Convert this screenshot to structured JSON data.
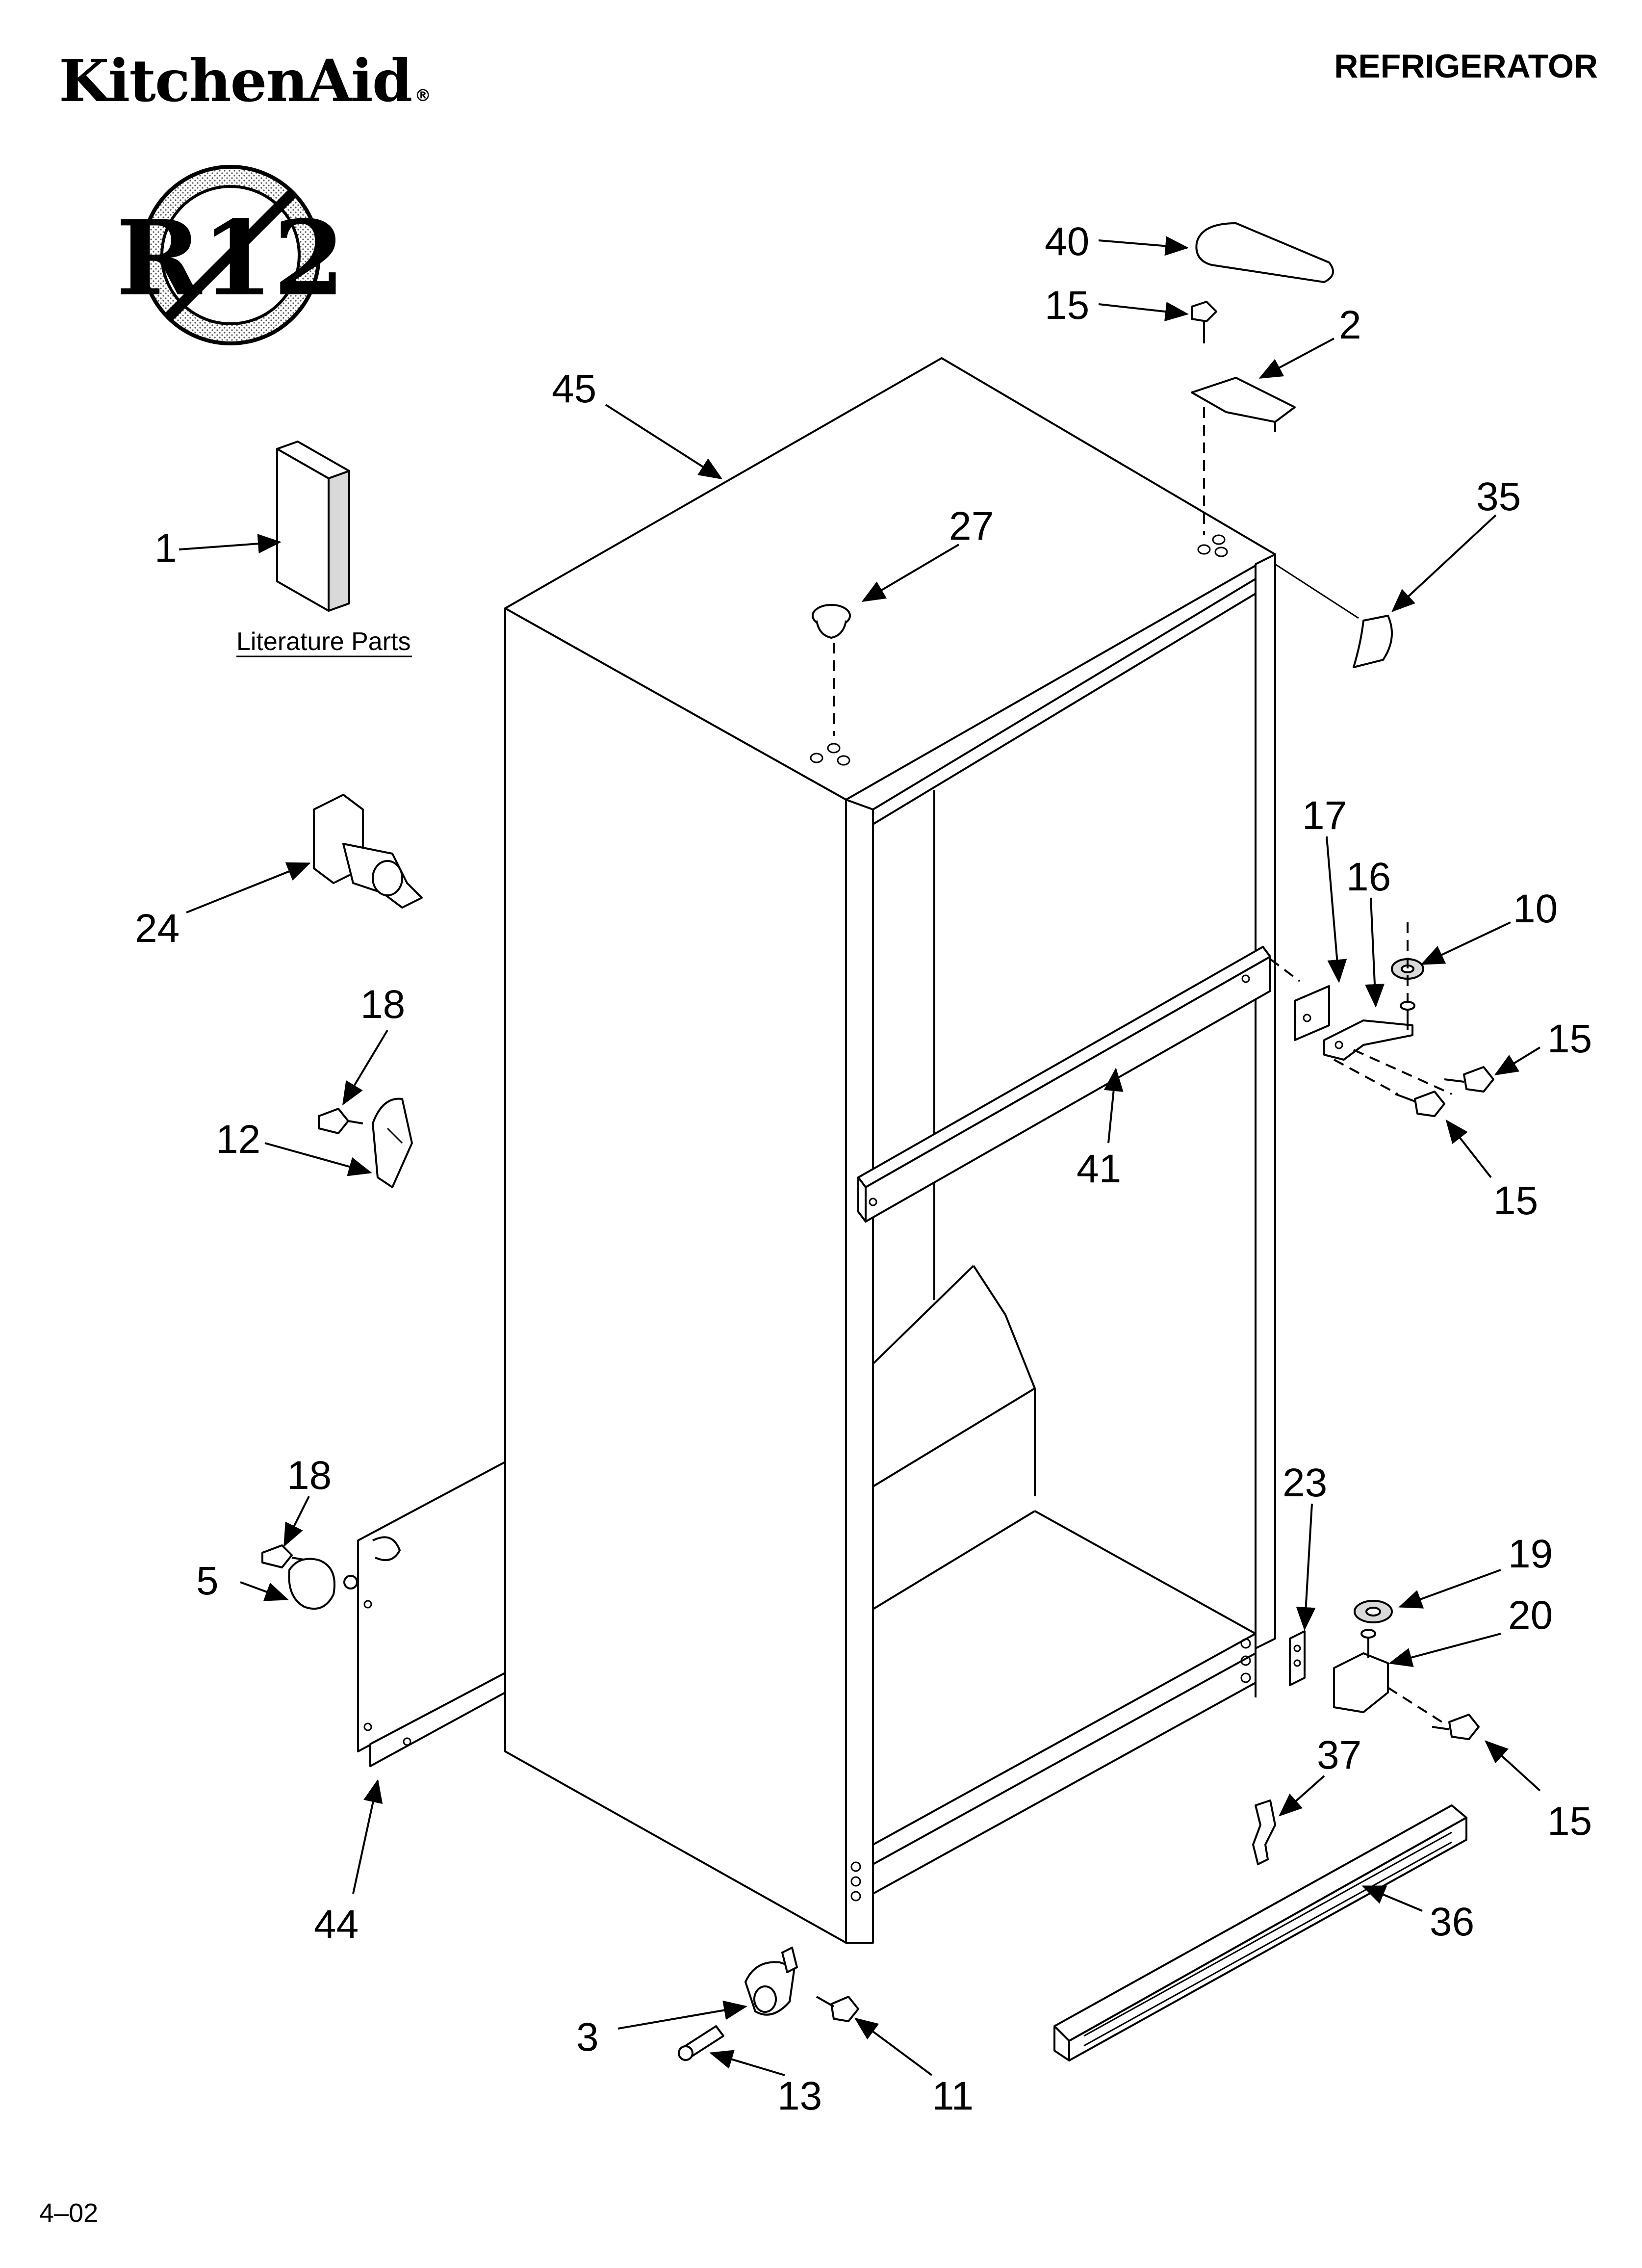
{
  "header": {
    "brand": "KitchenAid",
    "brand_mark": "®",
    "title": "REFRIGERATOR"
  },
  "badge": {
    "text": "R12"
  },
  "literature": {
    "label": "Literature Parts"
  },
  "footer": {
    "code": "4–02"
  },
  "callouts": [
    {
      "id": "c40",
      "label": "40"
    },
    {
      "id": "c15a",
      "label": "15"
    },
    {
      "id": "c2",
      "label": "2"
    },
    {
      "id": "c45",
      "label": "45"
    },
    {
      "id": "c35",
      "label": "35"
    },
    {
      "id": "c1",
      "label": "1"
    },
    {
      "id": "c27",
      "label": "27"
    },
    {
      "id": "c17",
      "label": "17"
    },
    {
      "id": "c16",
      "label": "16"
    },
    {
      "id": "c10",
      "label": "10"
    },
    {
      "id": "c15b",
      "label": "15"
    },
    {
      "id": "c24",
      "label": "24"
    },
    {
      "id": "c18a",
      "label": "18"
    },
    {
      "id": "c12",
      "label": "12"
    },
    {
      "id": "c41",
      "label": "41"
    },
    {
      "id": "c15c",
      "label": "15"
    },
    {
      "id": "c18b",
      "label": "18"
    },
    {
      "id": "c23",
      "label": "23"
    },
    {
      "id": "c19",
      "label": "19"
    },
    {
      "id": "c5",
      "label": "5"
    },
    {
      "id": "c20",
      "label": "20"
    },
    {
      "id": "c37",
      "label": "37"
    },
    {
      "id": "c15d",
      "label": "15"
    },
    {
      "id": "c44",
      "label": "44"
    },
    {
      "id": "c36",
      "label": "36"
    },
    {
      "id": "c3",
      "label": "3"
    },
    {
      "id": "c13",
      "label": "13"
    },
    {
      "id": "c11",
      "label": "11"
    }
  ]
}
